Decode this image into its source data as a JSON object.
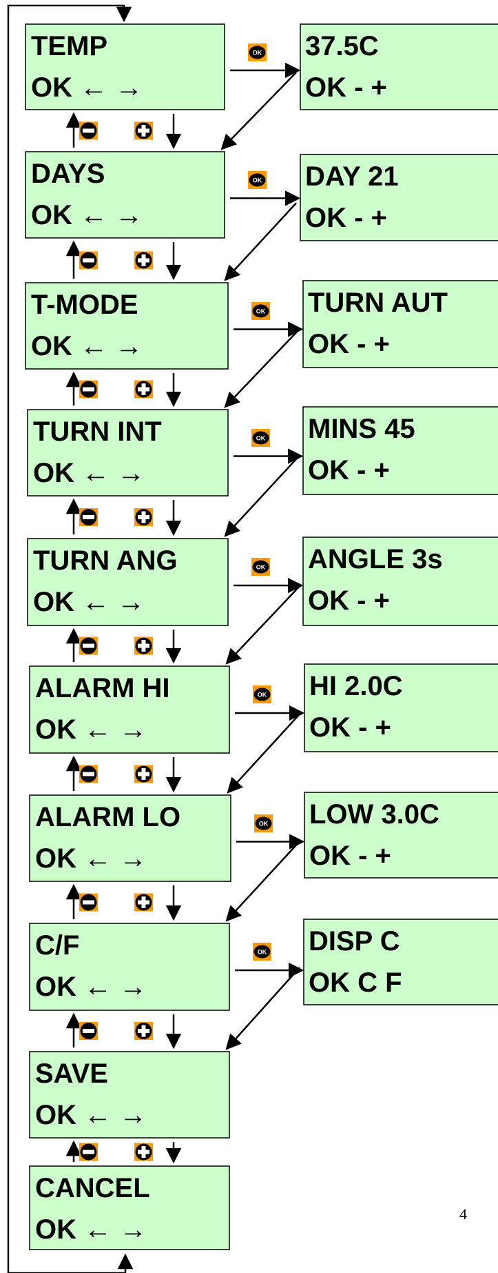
{
  "menu": [
    {
      "id": "temp",
      "title": "TEMP",
      "keys": "OK ← →",
      "value": {
        "title": "37.5C",
        "keys": "OK - +"
      }
    },
    {
      "id": "days",
      "title": "DAYS",
      "keys": "OK ← →",
      "value": {
        "title": "DAY 21",
        "keys": "OK - +"
      }
    },
    {
      "id": "t-mode",
      "title": "T-MODE",
      "keys": "OK ← →",
      "value": {
        "title": "TURN AUT",
        "keys": "OK - +"
      }
    },
    {
      "id": "turn-int",
      "title": "TURN INT",
      "keys": "OK ← →",
      "value": {
        "title": "MINS 45",
        "keys": "OK - +"
      }
    },
    {
      "id": "turn-ang",
      "title": "TURN ANG",
      "keys": "OK ← →",
      "value": {
        "title": "ANGLE 3s",
        "keys": "OK - +"
      }
    },
    {
      "id": "alarm-hi",
      "title": "ALARM HI",
      "keys": "OK ← →",
      "value": {
        "title": "HI  2.0C",
        "keys": "OK - +"
      }
    },
    {
      "id": "alarm-lo",
      "title": "ALARM LO",
      "keys": "OK ← →",
      "value": {
        "title": "LOW 3.0C",
        "keys": "OK - +"
      }
    },
    {
      "id": "c-f",
      "title": "C/F",
      "keys": "OK ← →",
      "value": {
        "title": "DISP C",
        "keys": "OK  C  F"
      }
    },
    {
      "id": "save",
      "title": "SAVE",
      "keys": "OK ← →"
    },
    {
      "id": "cancel",
      "title": "CANCEL",
      "keys": "OK ← →"
    }
  ],
  "ok_button_label": "OK",
  "page_number": "4",
  "colors": {
    "lcd_background": "#ccffcc",
    "button_background": "#ff9900",
    "button_face": "#000000",
    "line": "#000000"
  },
  "icons": [
    "ok-button-icon",
    "minus-button-icon",
    "plus-button-icon",
    "up-arrow-icon",
    "down-arrow-icon"
  ]
}
